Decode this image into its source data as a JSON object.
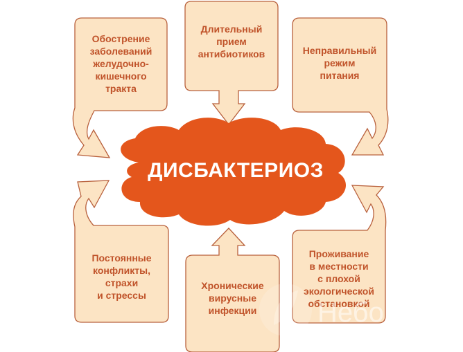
{
  "diagram": {
    "center": {
      "title": "ДИСБАКТЕРИОЗ"
    },
    "causes": [
      {
        "id": "top-left",
        "text": "Обострение\nзаболеваний\nжелудочно-\nкишечного\nтракта"
      },
      {
        "id": "top-center",
        "text": "Длительный\nприем\nантибиотиков"
      },
      {
        "id": "top-right",
        "text": "Неправильный\nрежим\nпитания"
      },
      {
        "id": "bottom-left",
        "text": "Постоянные\nконфликты,\nстрахи\nи стрессы"
      },
      {
        "id": "bottom-center",
        "text": "Хронические\nвирусные\nинфекции"
      },
      {
        "id": "bottom-right",
        "text": "Проживание\nв местности\nс плохой\nэкологической\nобстановкой"
      }
    ],
    "watermark": "Небо"
  },
  "colors": {
    "box_fill": "#fce4c4",
    "box_stroke": "#b8603c",
    "cloud_fill": "#e4561c",
    "text": "#c0532a",
    "center_text": "#ffffff"
  }
}
